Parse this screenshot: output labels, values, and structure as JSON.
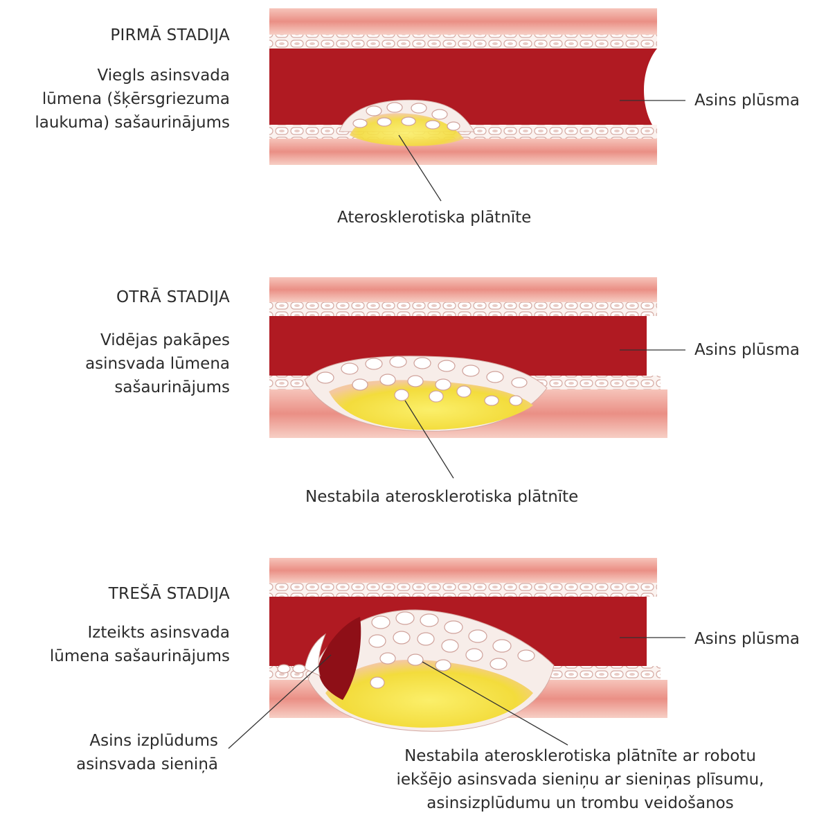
{
  "stages": [
    {
      "heading": "PIRMĀ STADIJA",
      "description": "Viegls asinsvada\nlūmena (šķērsgriezuma\nlaukuma) sašaurinājums",
      "flow_label": "Asins plūsma",
      "plaque_label": "Aterosklerotiska plātnīte"
    },
    {
      "heading": "OTRĀ STADIJA",
      "description": "Vidējas pakāpes\nasinsvada lūmena\nsašaurinājums",
      "flow_label": "Asins plūsma",
      "plaque_label": "Nestabila aterosklerotiska plātnīte"
    },
    {
      "heading": "TREŠĀ STADIJA",
      "description": "Izteikts asinsvada\nlūmena sašaurinājums",
      "flow_label": "Asins plūsma",
      "hemorrhage_label": "Asins izplūdums\nasinsvada sieniņā",
      "plaque_label": "Nestabila aterosklerotiska plātnīte ar robotu\niekšējo asinsvada sieniņu ar sieniņas plīsumu,\nasinsizplūdumu un trombu veidošanos"
    }
  ],
  "colors": {
    "blood": "#b01a22",
    "vessel_wall": "#f0a79c",
    "plaque_core": "#f5e34a",
    "cell_outline": "#d9b7b0"
  }
}
